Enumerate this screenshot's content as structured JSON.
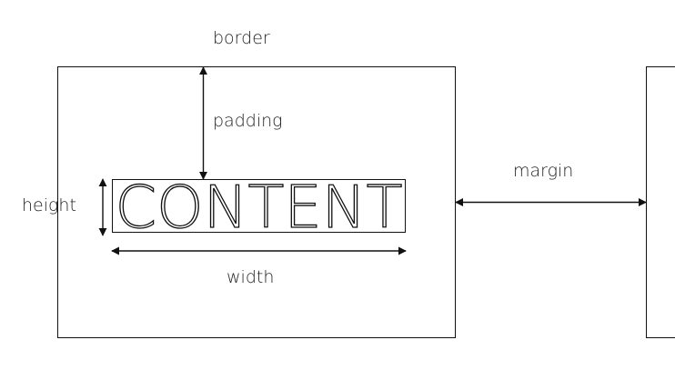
{
  "labels": {
    "border": "border",
    "padding": "padding",
    "margin": "margin",
    "height": "height",
    "width": "width",
    "content": "CONTENT"
  }
}
